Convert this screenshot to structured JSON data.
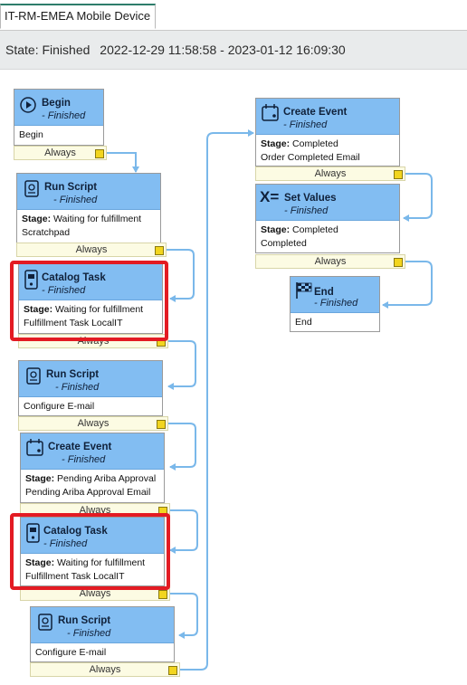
{
  "tab": {
    "label": "IT-RM-EMEA Mobile Device"
  },
  "state": {
    "label": "State:",
    "value": "Finished",
    "start": "2022-12-29 11:58:58",
    "separator": "-",
    "end": "2023-01-12 16:09:30"
  },
  "status_finished": "- Finished",
  "stage_label": "Stage:",
  "transition_label": "Always",
  "nodes": {
    "begin": {
      "title": "Begin",
      "body": "Begin",
      "icon": "play-icon"
    },
    "run1": {
      "title": "Run Script",
      "stage": "Waiting for fulfillment",
      "body": "Scratchpad",
      "icon": "script-icon"
    },
    "cat1": {
      "title": "Catalog Task",
      "stage": "Waiting for fulfillment",
      "body": "Fulfillment Task LocalIT",
      "icon": "catalog-task-icon"
    },
    "run2": {
      "title": "Run Script",
      "body": "Configure E-mail",
      "icon": "script-icon"
    },
    "ev1": {
      "title": "Create Event",
      "stage": "Pending Ariba Approval",
      "body": "Pending Ariba Approval Email",
      "icon": "calendar-event-icon"
    },
    "cat2": {
      "title": "Catalog Task",
      "stage": "Waiting for fulfillment",
      "body": "Fulfillment Task LocalIT",
      "icon": "catalog-task-icon"
    },
    "run3": {
      "title": "Run Script",
      "body": "Configure E-mail",
      "icon": "script-icon"
    },
    "ev2": {
      "title": "Create Event",
      "stage": "Completed",
      "body": "Order Completed Email",
      "icon": "calendar-event-icon"
    },
    "setv": {
      "title": "Set Values",
      "stage": "Completed",
      "body": "Completed",
      "icon": "set-values-icon"
    },
    "end": {
      "title": "End",
      "body": "End",
      "icon": "checkered-flag-icon"
    }
  },
  "colors": {
    "node_header": "#82bdf2",
    "connector": "#7ab8ea",
    "highlight": "#e31b23",
    "transition_bg": "#fcfbe3",
    "transition_handle": "#f2d51f"
  }
}
